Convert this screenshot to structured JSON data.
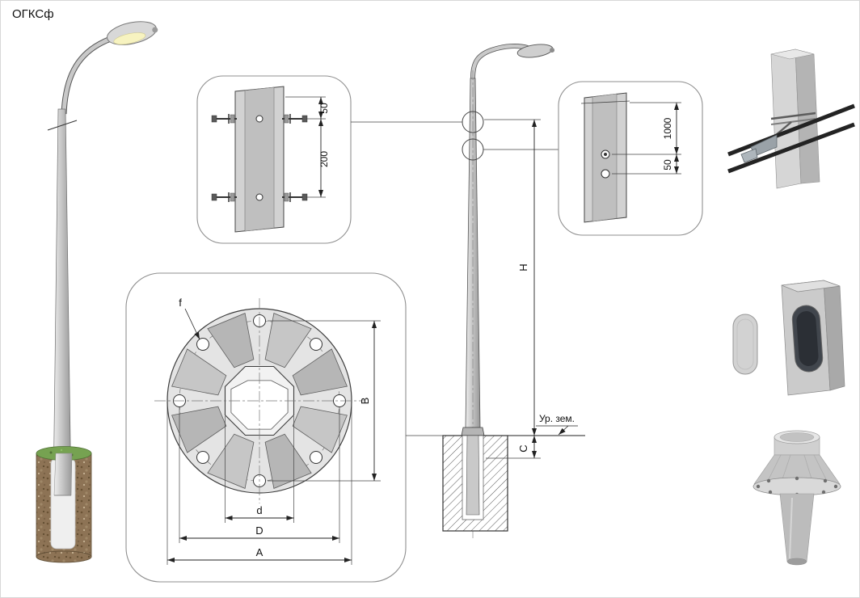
{
  "title": "ОГКСф",
  "detail_top": {
    "dim_offset": "50",
    "dim_spacing": "200"
  },
  "detail_side": {
    "dim_cable_height": "1000",
    "dim_offset": "50"
  },
  "flange_plan": {
    "hole_label": "f",
    "dim_inner": "d",
    "dim_bolt_circle": "D",
    "dim_outer": "A",
    "dim_vertical": "B"
  },
  "elevation": {
    "dim_height": "H",
    "dim_embed": "C",
    "ground_level_label": "Ур. зем."
  },
  "colors": {
    "line": "#2b2b2b",
    "pole_fill": "#c9c9c9",
    "grass_green": "#76a251",
    "foundation_brown": "#8d7355"
  }
}
